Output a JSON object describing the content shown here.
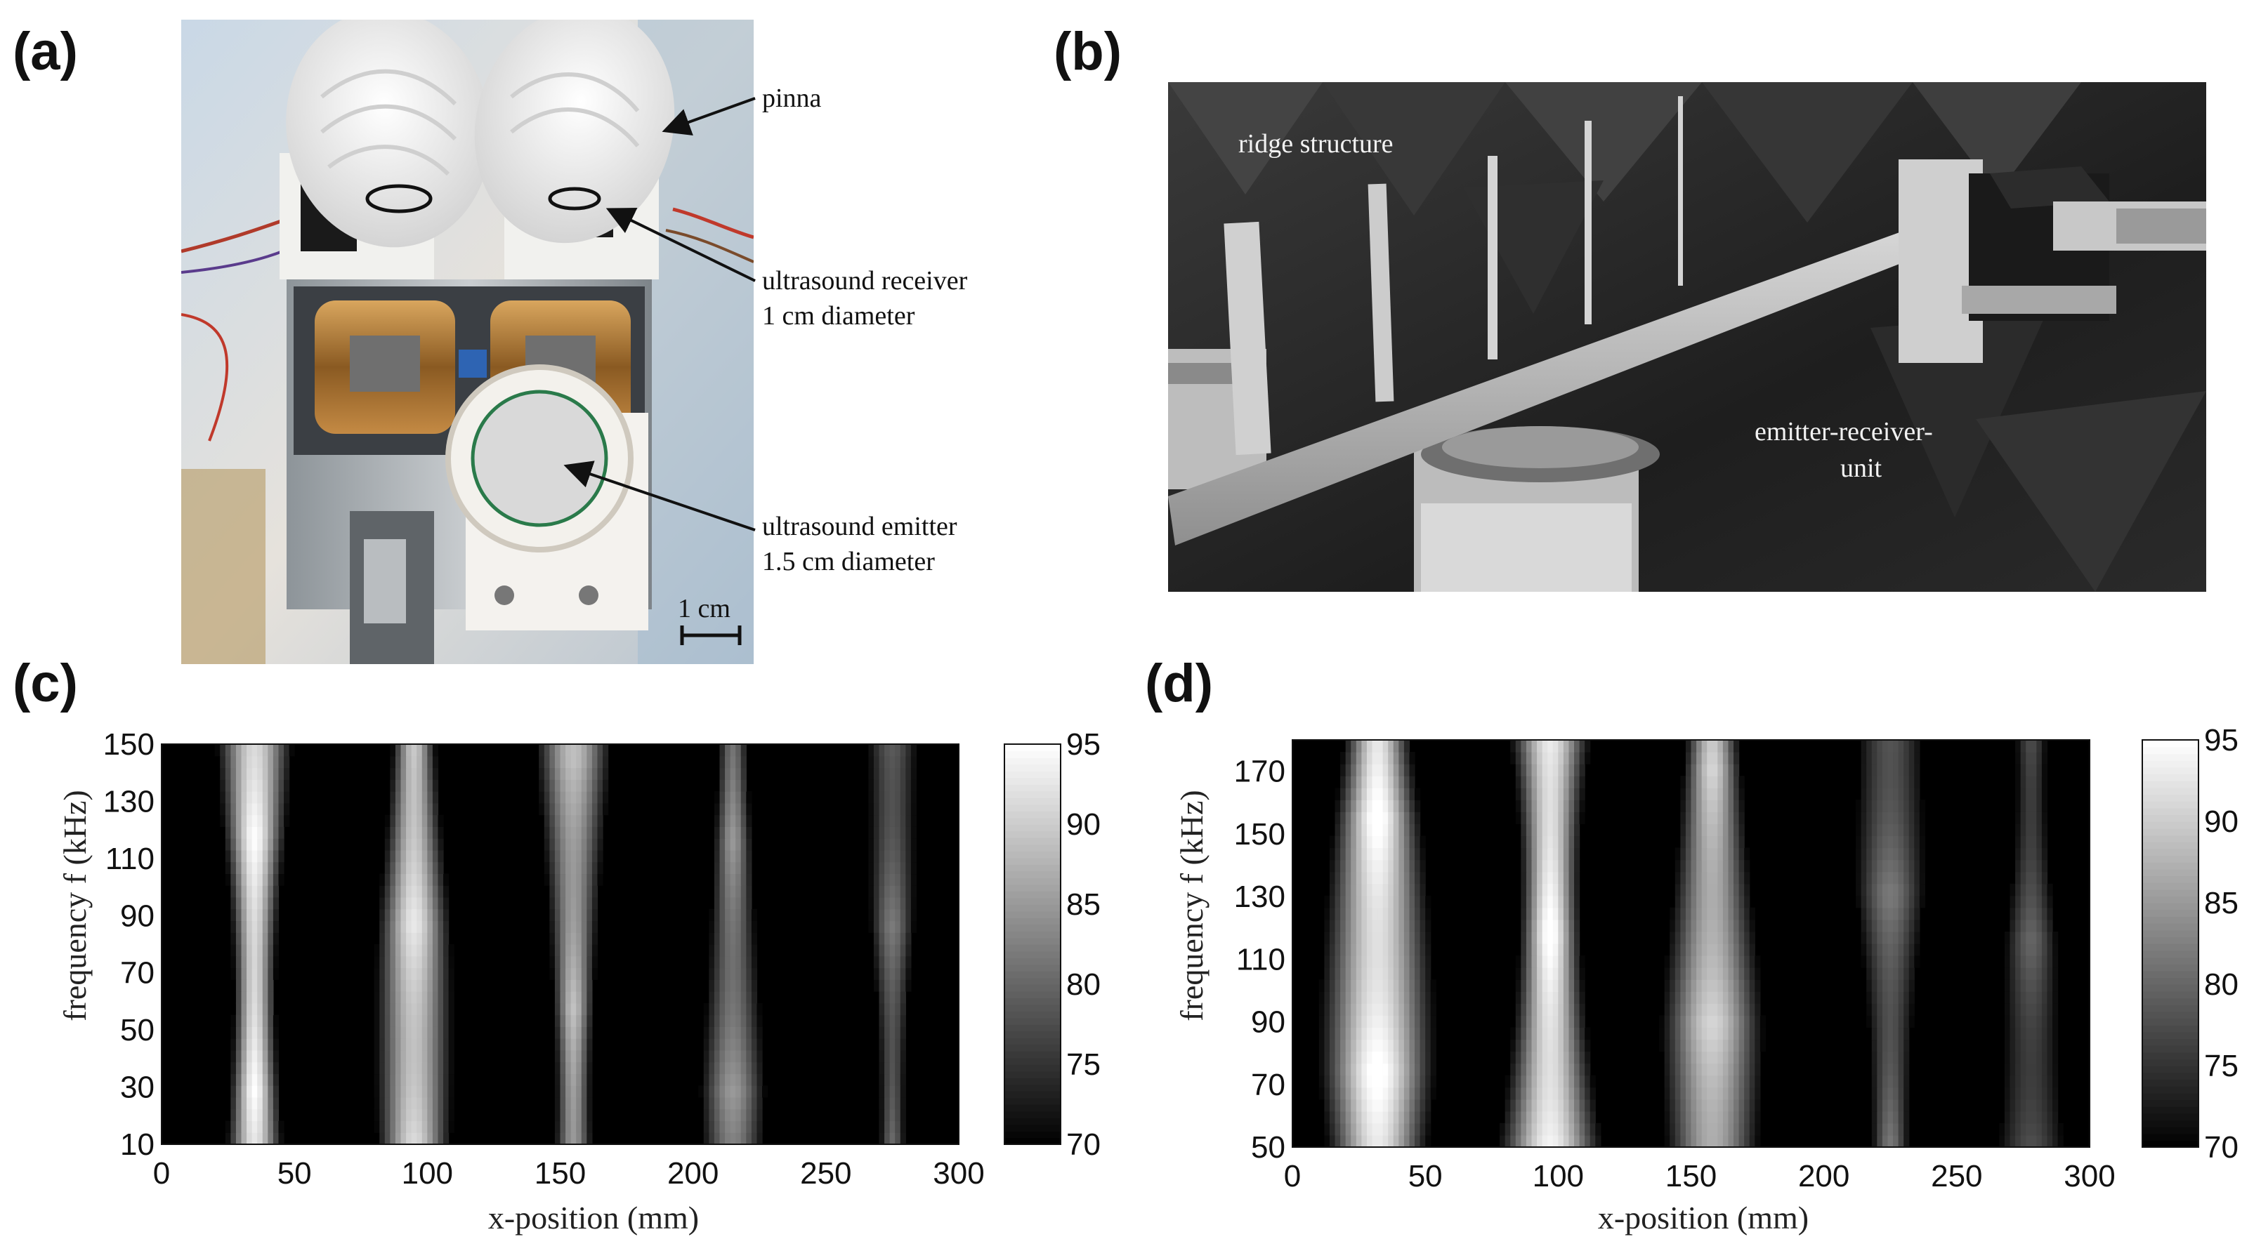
{
  "panels": {
    "a": {
      "label": "(a)",
      "annotations": {
        "pinna": "pinna",
        "receiver_line1": "ultrasound receiver",
        "receiver_line2": "1 cm diameter",
        "emitter_line1": "ultrasound emitter",
        "emitter_line2": "1.5 cm diameter",
        "scale": "1 cm"
      }
    },
    "b": {
      "label": "(b)",
      "annotations": {
        "ridge": "ridge structure",
        "unit_line1": "emitter-receiver-",
        "unit_line2": "unit"
      }
    },
    "c": {
      "label": "(c)"
    },
    "d": {
      "label": "(d)"
    }
  },
  "chart_data": [
    {
      "id": "c",
      "type": "heatmap",
      "xlabel": "x-position (mm)",
      "ylabel": "frequency f (kHz)",
      "xlim": [
        0,
        300
      ],
      "ylim": [
        10,
        150
      ],
      "xticks": [
        0,
        50,
        100,
        150,
        200,
        250,
        300
      ],
      "yticks": [
        10,
        30,
        50,
        70,
        90,
        110,
        130,
        150
      ],
      "colorbar": {
        "range": [
          70,
          95
        ],
        "ticks": [
          70,
          75,
          80,
          85,
          90,
          95
        ],
        "colormap": "gray"
      },
      "ridges": [
        {
          "x": 35,
          "peak": 95,
          "width": 11
        },
        {
          "x": 95,
          "peak": 93,
          "width": 10
        },
        {
          "x": 155,
          "peak": 89,
          "width": 10
        },
        {
          "x": 215,
          "peak": 85,
          "width": 9
        },
        {
          "x": 275,
          "peak": 82,
          "width": 8
        }
      ]
    },
    {
      "id": "d",
      "type": "heatmap",
      "xlabel": "x-position (mm)",
      "ylabel": "frequency f (kHz)",
      "xlim": [
        0,
        300
      ],
      "ylim": [
        50,
        180
      ],
      "xticks": [
        0,
        50,
        100,
        150,
        200,
        250,
        300
      ],
      "yticks": [
        50,
        70,
        90,
        110,
        130,
        150,
        170
      ],
      "colorbar": {
        "range": [
          70,
          95
        ],
        "ticks": [
          70,
          75,
          80,
          85,
          90,
          95
        ],
        "colormap": "gray"
      },
      "ridges": [
        {
          "x": 32,
          "peak": 96,
          "width": 14
        },
        {
          "x": 97,
          "peak": 96,
          "width": 15
        },
        {
          "x": 158,
          "peak": 91,
          "width": 13
        },
        {
          "x": 225,
          "peak": 82,
          "width": 11
        },
        {
          "x": 278,
          "peak": 80,
          "width": 11
        }
      ]
    }
  ]
}
